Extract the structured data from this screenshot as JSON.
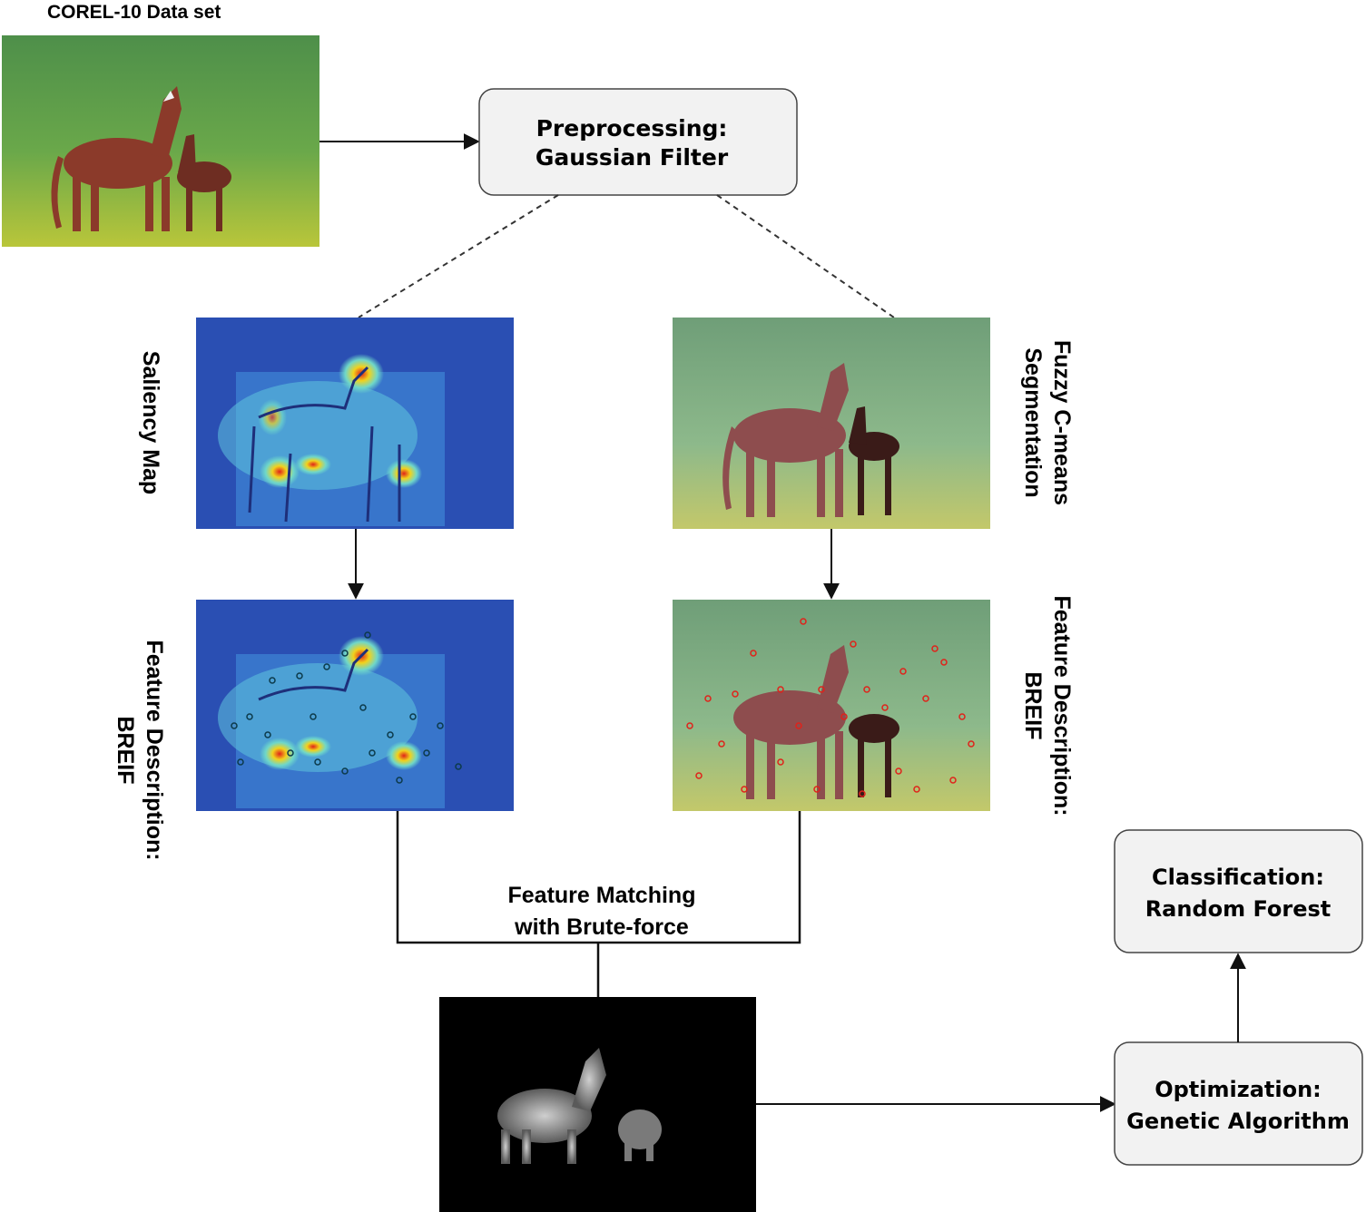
{
  "dataset": {
    "title": "COREL-10 Data set"
  },
  "boxes": {
    "preprocessing": {
      "line1": "Preprocessing:",
      "line2": "Gaussian Filter"
    },
    "classification": {
      "line1": "Classification:",
      "line2": "Random Forest"
    },
    "optimization": {
      "line1": "Optimization:",
      "line2": "Genetic Algorithm"
    }
  },
  "labels": {
    "saliency": "Saliency Map",
    "fuzzy": {
      "line1": "Fuzzy C-means",
      "line2": "Segmentation"
    },
    "feature_left": {
      "line1": "Feature Description:",
      "line2": "BREIF"
    },
    "feature_right": {
      "line1": "Feature Description:",
      "line2": "BREIF"
    },
    "matching": {
      "line1": "Feature Matching",
      "line2": "with Brute-force"
    }
  },
  "colors": {
    "saliency_bg": "#2a4fb3",
    "segmentation_bg": "#7fb28a",
    "horse": "#7a3b2e",
    "box_fill": "#f2f2f2",
    "box_stroke": "#444444"
  }
}
